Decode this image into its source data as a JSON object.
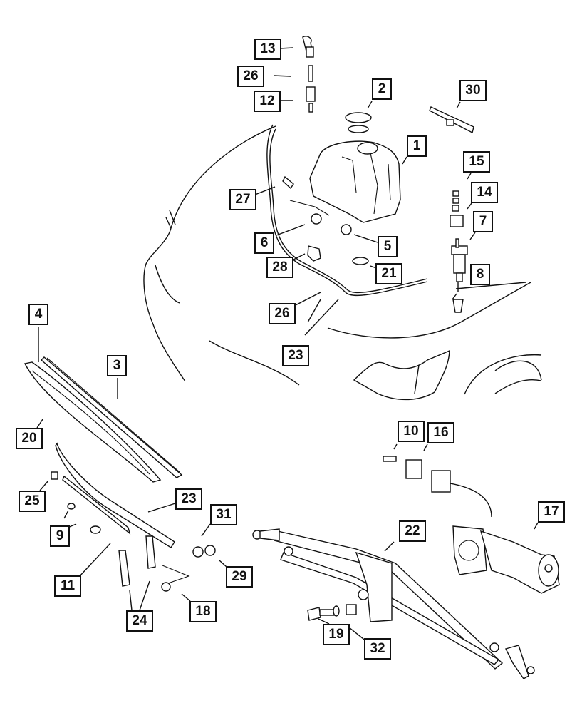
{
  "diagram": {
    "title": "Windshield Wiper and Washer System Exploded View",
    "callouts": [
      {
        "id": "c13",
        "label": "13",
        "part": "washer-nozzle"
      },
      {
        "id": "c26a",
        "label": "26",
        "part": "hose-connector-upper"
      },
      {
        "id": "c12",
        "label": "12",
        "part": "check-valve"
      },
      {
        "id": "c2",
        "label": "2",
        "part": "reservoir-cap"
      },
      {
        "id": "c30",
        "label": "30",
        "part": "wiper-blade-insert"
      },
      {
        "id": "c1",
        "label": "1",
        "part": "washer-reservoir"
      },
      {
        "id": "c15",
        "label": "15",
        "part": "connector-terminal"
      },
      {
        "id": "c14",
        "label": "14",
        "part": "connector-housing"
      },
      {
        "id": "c27",
        "label": "27",
        "part": "washer-hose"
      },
      {
        "id": "c7",
        "label": "7",
        "part": "washer-pump"
      },
      {
        "id": "c6",
        "label": "6",
        "part": "reservoir-screw"
      },
      {
        "id": "c5",
        "label": "5",
        "part": "grommet"
      },
      {
        "id": "c28",
        "label": "28",
        "part": "clip"
      },
      {
        "id": "c21",
        "label": "21",
        "part": "push-nut"
      },
      {
        "id": "c8",
        "label": "8",
        "part": "pump-grommet"
      },
      {
        "id": "c26b",
        "label": "26",
        "part": "hose-connector-lower"
      },
      {
        "id": "c23a",
        "label": "23",
        "part": "hose-clip"
      },
      {
        "id": "c4",
        "label": "4",
        "part": "wiper-blade-assembly"
      },
      {
        "id": "c3",
        "label": "3",
        "part": "wiper-blade-refill"
      },
      {
        "id": "c20",
        "label": "20",
        "part": "wiper-blade"
      },
      {
        "id": "c10",
        "label": "10",
        "part": "terminal"
      },
      {
        "id": "c16",
        "label": "16",
        "part": "connector"
      },
      {
        "id": "c25",
        "label": "25",
        "part": "arm-clip"
      },
      {
        "id": "c23b",
        "label": "23",
        "part": "wiper-arm"
      },
      {
        "id": "c31",
        "label": "31",
        "part": "nut"
      },
      {
        "id": "c9",
        "label": "9",
        "part": "nozzle"
      },
      {
        "id": "c22",
        "label": "22",
        "part": "wiper-linkage"
      },
      {
        "id": "c17",
        "label": "17",
        "part": "wiper-motor"
      },
      {
        "id": "c29",
        "label": "29",
        "part": "washer"
      },
      {
        "id": "c11",
        "label": "11",
        "part": "arm-hose"
      },
      {
        "id": "c18",
        "label": "18",
        "part": "arm-nut"
      },
      {
        "id": "c24",
        "label": "24",
        "part": "arm-cap"
      },
      {
        "id": "c19",
        "label": "19",
        "part": "bolt"
      },
      {
        "id": "c32",
        "label": "32",
        "part": "bracket-clip"
      }
    ]
  }
}
